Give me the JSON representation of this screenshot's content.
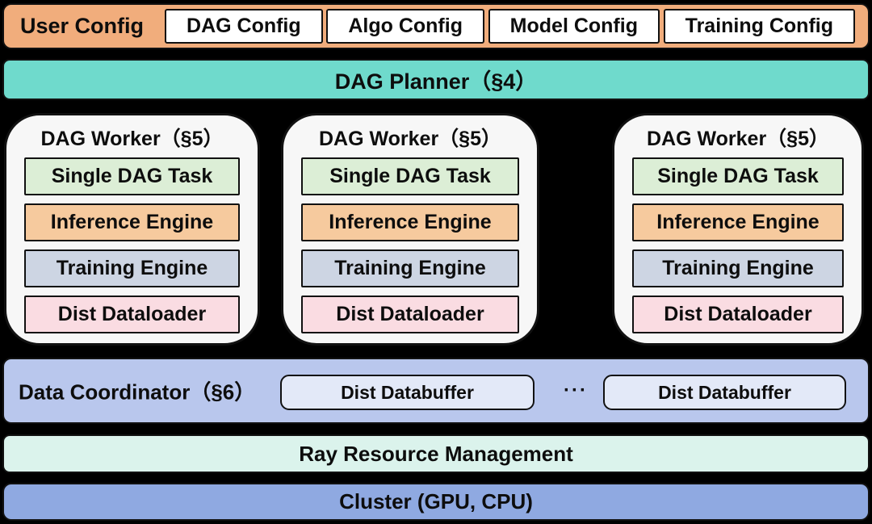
{
  "top_bar": {
    "label": "User Config",
    "boxes": [
      "DAG Config",
      "Algo Config",
      "Model Config",
      "Training Config"
    ]
  },
  "planner": {
    "label": "DAG  Planner（§4）"
  },
  "workers": [
    {
      "title": "DAG Worker（§5）",
      "modules": [
        {
          "label": "Single DAG Task"
        },
        {
          "label": "Inference Engine"
        },
        {
          "label": "Training Engine"
        },
        {
          "label": "Dist Dataloader"
        }
      ]
    },
    {
      "title": "DAG Worker（§5）",
      "modules": [
        {
          "label": "Single DAG Task"
        },
        {
          "label": "Inference Engine"
        },
        {
          "label": "Training Engine"
        },
        {
          "label": "Dist Dataloader"
        }
      ]
    },
    {
      "title": "DAG Worker（§5）",
      "modules": [
        {
          "label": "Single DAG Task"
        },
        {
          "label": "Inference Engine"
        },
        {
          "label": "Training Engine"
        },
        {
          "label": "Dist Dataloader"
        }
      ]
    }
  ],
  "coordinator": {
    "label": "Data Coordinator（§6）",
    "buffers": [
      "Dist Databuffer",
      "Dist Databuffer"
    ],
    "ellipsis": "···"
  },
  "ray": {
    "label": "Ray Resource Management"
  },
  "cluster": {
    "label": "Cluster (GPU, CPU)"
  },
  "colors": {
    "background": "#000000",
    "top_bar": "#F1AD7C",
    "config_box": "#FFFFFF",
    "planner": "#6FDACC",
    "worker_bg": "#F7F7F7",
    "single_dag_task": "#DCEED6",
    "inference_engine": "#F6CA9E",
    "training_engine": "#CDD5E3",
    "dist_dataloader": "#FADCE2",
    "coordinator": "#B9C7ED",
    "databuffer": "#E3E9F8",
    "ray": "#DBF3EC",
    "cluster": "#8FA9E1"
  }
}
